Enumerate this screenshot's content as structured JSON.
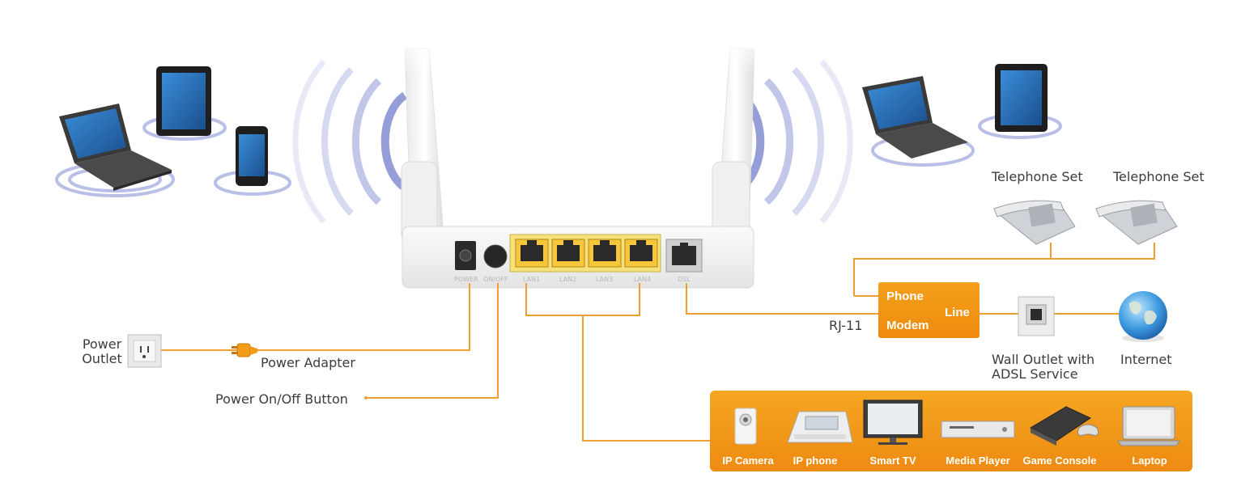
{
  "labels": {
    "power_outlet": "Power\nOutlet",
    "power_adapter": "Power Adapter",
    "power_button": "Power On/Off Button",
    "rj11": "RJ-11",
    "telephone_1": "Telephone Set",
    "telephone_2": "Telephone Set",
    "wall_outlet": "Wall Outlet with\nADSL Service",
    "internet": "Internet"
  },
  "modem_box": {
    "phone": "Phone",
    "modem": "Modem",
    "line": "Line"
  },
  "router_ports": [
    "POWER",
    "ON/OFF",
    "LAN1",
    "LAN2",
    "LAN3",
    "LAN4",
    "DSL"
  ],
  "lan_devices": [
    {
      "label": "IP Camera",
      "icon": "ip-camera-icon"
    },
    {
      "label": "IP phone",
      "icon": "ip-phone-icon"
    },
    {
      "label": "Smart TV",
      "icon": "smart-tv-icon"
    },
    {
      "label": "Media Player",
      "icon": "media-player-icon"
    },
    {
      "label": "Game Console",
      "icon": "game-console-icon"
    },
    {
      "label": "Laptop",
      "icon": "laptop-icon"
    }
  ],
  "colors": {
    "accent": "#f39c19",
    "line": "#f0a030",
    "wave": "#9aa3d8",
    "label_text": "#3c3c3c"
  }
}
